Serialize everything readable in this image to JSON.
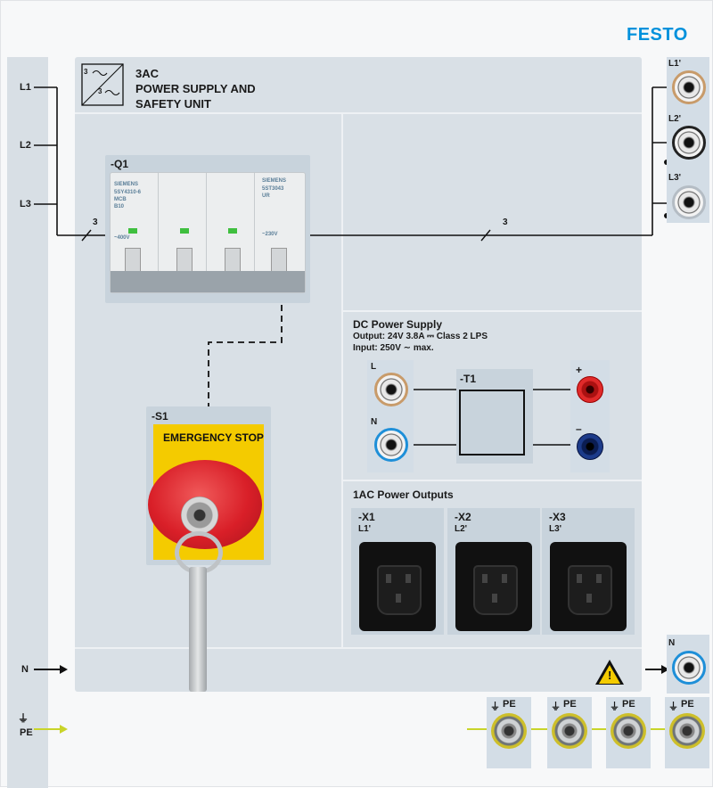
{
  "brand": "FESTO",
  "title": {
    "line1": "3AC",
    "line2": "POWER SUPPLY AND",
    "line3": "SAFETY UNIT",
    "symbol_top": "3",
    "symbol_bottom": "3"
  },
  "left_rail": {
    "labels": [
      "L1",
      "L2",
      "L3"
    ],
    "n_label": "N",
    "pe_label": "PE",
    "bus_count": "3"
  },
  "breaker": {
    "designation": "-Q1",
    "brand_left": "SIEMENS",
    "model_left": "5SY4310-6",
    "type_left": "MCB",
    "rating_left": "B10",
    "volt_left": "~400V",
    "brand_right": "SIEMENS",
    "model_right": "5ST3043",
    "type_right": "UR",
    "volt_right": "~230V",
    "out_count": "3"
  },
  "outputs_right": [
    "L1'",
    "L2'",
    "L3'"
  ],
  "estop": {
    "designation": "-S1",
    "label": "EMERGENCY STOP"
  },
  "dc_supply": {
    "title": "DC Power Supply",
    "output_line": "Output: 24V  3.8A  ⎓  Class 2 LPS",
    "input_line": "Input: 250V  ∼  max.",
    "in_l": "L",
    "in_n": "N",
    "designation": "-T1",
    "plus": "+",
    "minus": "–"
  },
  "ac_outputs": {
    "title": "1AC Power Outputs",
    "outlets": [
      {
        "designation": "-X1",
        "phase": "L1'"
      },
      {
        "designation": "-X2",
        "phase": "L2'"
      },
      {
        "designation": "-X3",
        "phase": "L3'"
      }
    ]
  },
  "n_output": "N",
  "pe_terminals": [
    "PE",
    "PE",
    "PE",
    "PE"
  ],
  "pe_symbol": "⏚",
  "warning_mark": "!",
  "colors": {
    "brand": "#0091dc",
    "estop_yellow": "#f4cb00",
    "estop_red": "#d91f28",
    "pe_green_yellow": "#c9d42a",
    "neutral_blue": "#1e8fd8",
    "plus_red": "#e02a2a",
    "minus_navy": "#1c3b8a"
  }
}
